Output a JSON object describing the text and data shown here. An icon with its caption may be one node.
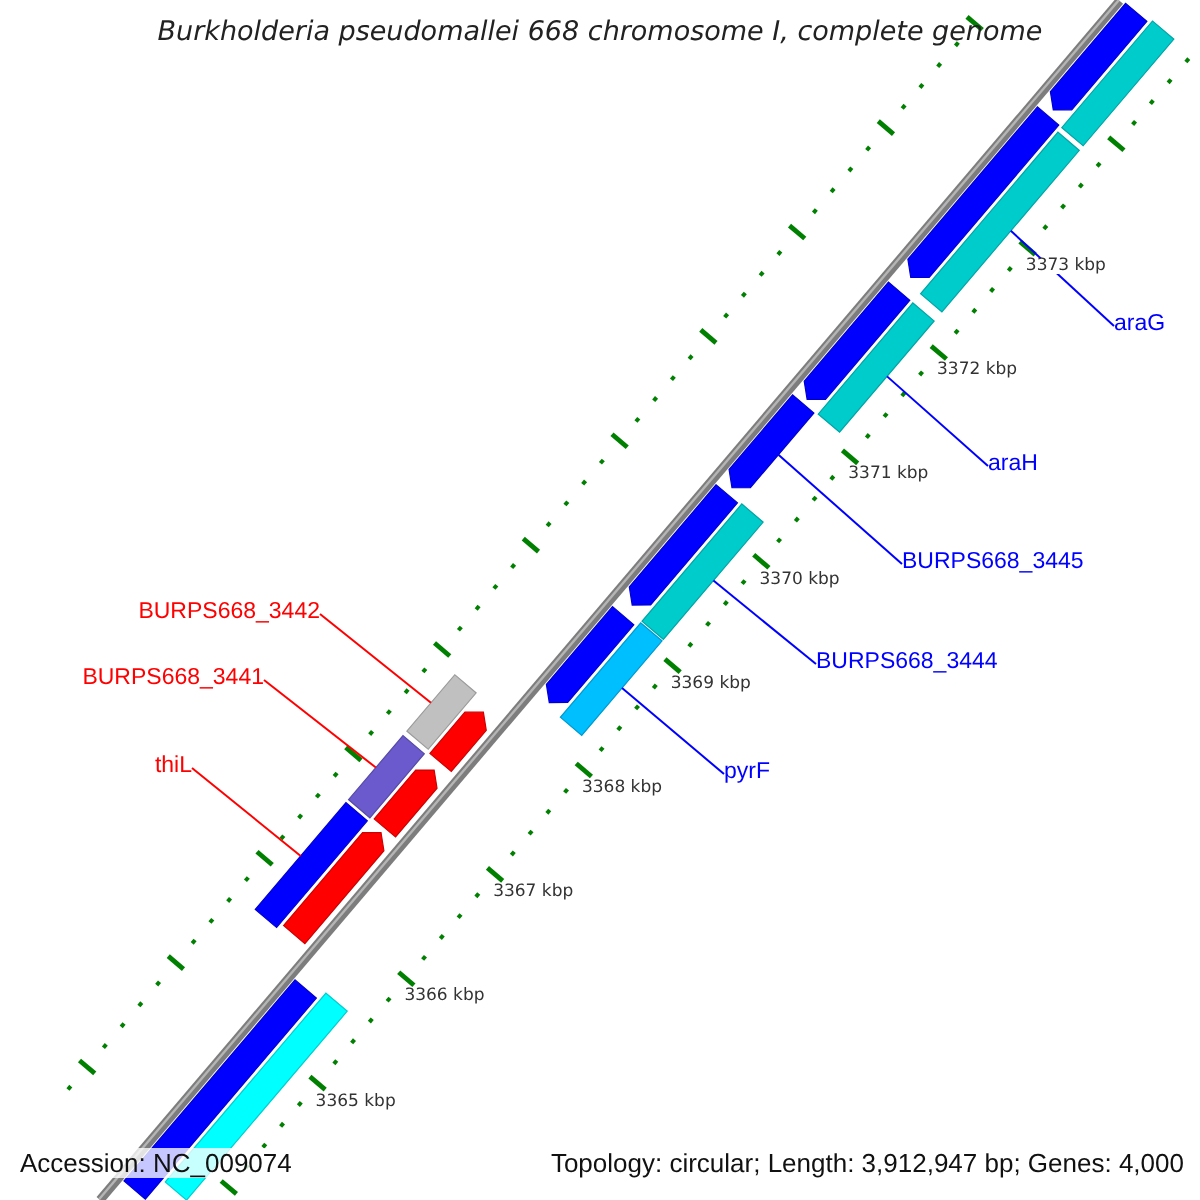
{
  "diagram": {
    "title": "Burkholderia pseudomallei 668 chromosome I, complete genome",
    "nodes": [
      {
        "text": [
          "BURPS668_3442"
        ]
      },
      {
        "text": [
          "BURPS668_3441"
        ]
      },
      {
        "text": [
          "thiL"
        ]
      },
      {
        "text": [
          "araG"
        ]
      },
      {
        "text": [
          "araH"
        ]
      },
      {
        "text": [
          "BURPS668_3445"
        ]
      },
      {
        "text": [
          "BURPS668_3444"
        ]
      },
      {
        "text": [
          "pyrF"
        ]
      },
      {
        "text": [],
        "shape": "bar"
      },
      {
        "text": [],
        "shape": "arrow"
      },
      {
        "text": [],
        "shape": "bar"
      },
      {
        "text": [],
        "shape": "arrow"
      },
      {
        "text": [],
        "shape": "bar"
      },
      {
        "text": [],
        "shape": "arrow"
      },
      {
        "text": [],
        "shape": "arrow"
      },
      {
        "text": [],
        "shape": "bar"
      },
      {
        "text": [],
        "shape": "arrow"
      },
      {
        "text": [],
        "shape": "bar"
      },
      {
        "text": [],
        "shape": "arrow"
      },
      {
        "text": [],
        "shape": "bar"
      },
      {
        "text": [],
        "shape": "arrow"
      },
      {
        "text": [],
        "shape": "bar"
      },
      {
        "text": [],
        "shape": "arrow"
      },
      {
        "text": [],
        "shape": "bar"
      },
      {
        "text": [],
        "shape": "arrow"
      },
      {
        "text": [],
        "shape": "bar"
      },
      {
        "text": [],
        "shape": "bar"
      }
    ],
    "edges": [
      {
        "from": 0,
        "to": 19,
        "arrow": "none",
        "color": "#ff0000"
      },
      {
        "from": 1,
        "to": 21,
        "arrow": "none",
        "color": "#ff0000"
      },
      {
        "from": 2,
        "to": 23,
        "arrow": "none",
        "color": "#ff0000"
      },
      {
        "from": 3,
        "to": 10,
        "arrow": "none"
      },
      {
        "from": 4,
        "to": 12,
        "arrow": "none"
      },
      {
        "from": 5,
        "to": 14,
        "arrow": "none"
      },
      {
        "from": 6,
        "to": 15,
        "arrow": "none"
      },
      {
        "from": 7,
        "to": 17,
        "arrow": "none"
      }
    ],
    "labels": [
      "3373 kbp",
      "3372 kbp",
      "3371 kbp",
      "3370 kbp",
      "3369 kbp",
      "3368 kbp",
      "3367 kbp",
      "3366 kbp",
      "3365 kbp",
      "Accession: NC_009074",
      "Topology: circular; Length: 3,912,947 bp; Genes: 4,000"
    ]
  }
}
